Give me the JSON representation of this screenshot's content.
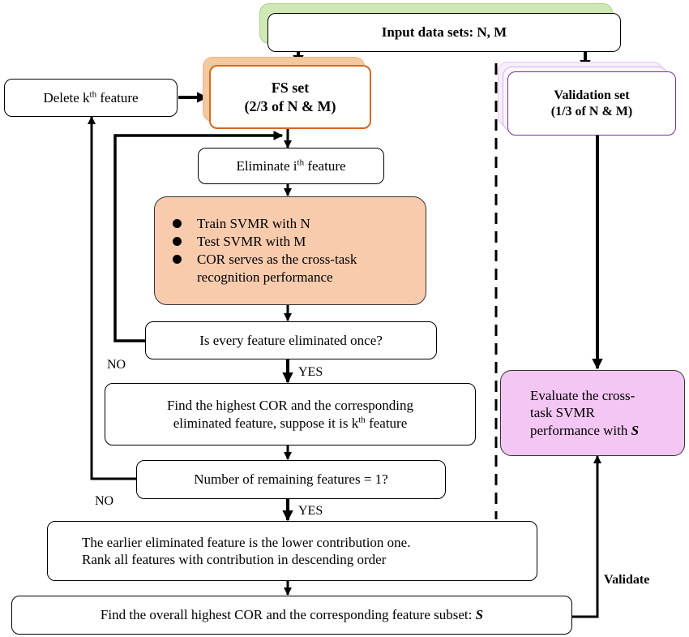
{
  "diagram": {
    "input_node": {
      "label": "Input data sets: N, M"
    },
    "fs_set": {
      "title": "FS set",
      "subtitle": "(2/3 of N & M)"
    },
    "validation_set": {
      "title": "Validation set",
      "subtitle": "(1/3 of N & M)"
    },
    "delete_feature": {
      "prefix": "Delete k",
      "sup": "th",
      "suffix": " feature"
    },
    "eliminate_feature": {
      "prefix": "Eliminate i",
      "sup": "th",
      "suffix": " feature"
    },
    "svmr_steps": {
      "items": [
        {
          "text": "Train SVMR with N"
        },
        {
          "text": "Test SVMR with M"
        },
        {
          "text": "COR serves as the cross-task",
          "cont": "recognition performance"
        }
      ]
    },
    "check_eliminated": {
      "label": "Is every feature eliminated once?"
    },
    "find_highest": {
      "line1": "Find the highest COR and the corresponding",
      "line2_prefix": "eliminated feature, suppose it is k",
      "line2_sup": "th",
      "line2_suffix": " feature"
    },
    "remaining_check": {
      "label": "Number of remaining features = 1?"
    },
    "rank_features": {
      "line1": "The earlier eliminated feature is the lower contribution one.",
      "line2": "Rank all features with contribution in descending order"
    },
    "find_overall": {
      "prefix": "Find the overall highest COR and the corresponding feature subset: ",
      "symbol": "S"
    },
    "evaluate": {
      "line1": "Evaluate the cross-",
      "line2": "task SVMR",
      "line3_prefix": "performance with ",
      "symbol": "S"
    },
    "edge_labels": {
      "yes1": "YES",
      "yes2": "YES",
      "no1": "NO",
      "no2": "NO",
      "validate": "Validate"
    },
    "colors": {
      "fs_border": "#d2691e",
      "fs_shadow": "#f4b183",
      "input_shadow": "#a9d18e",
      "validation_border": "#7030a0",
      "validation_shadow": "#e4c8f0",
      "svmr_fill": "#f8cbad",
      "evaluate_fill": "#f3c6f3"
    }
  }
}
